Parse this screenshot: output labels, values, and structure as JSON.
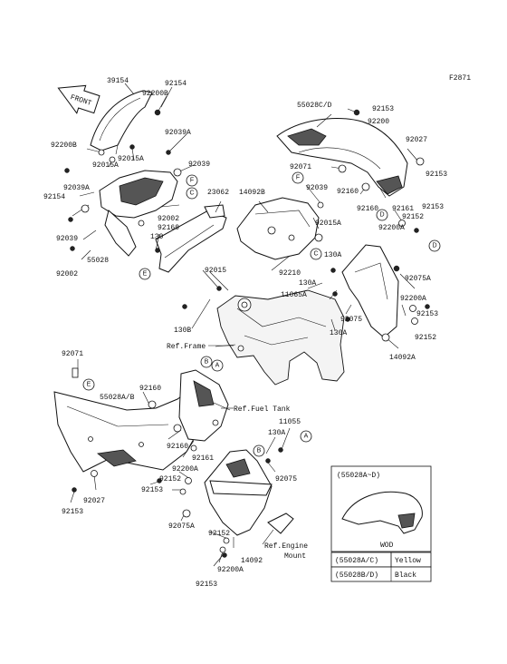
{
  "figure_code": "F2871",
  "front_label": "FRONT",
  "reference_labels": {
    "frame": "Ref.Frame",
    "fuel_tank": "Ref.Fuel Tank",
    "engine_mount_1": "Ref.Engine",
    "engine_mount_2": "Mount"
  },
  "circled_refs": [
    "A",
    "B",
    "C",
    "D",
    "E",
    "F"
  ],
  "part_numbers": {
    "p39154": "39154",
    "p92154a": "92154",
    "p92200b_a": "92200B",
    "p92039a_a": "92039A",
    "p92200b_b": "92200B",
    "p92015a_a": "92015A",
    "p92015a_b": "92015A",
    "p92039": "92039",
    "p92154b": "92154",
    "p92039a_b": "92039A",
    "p92002a": "92002",
    "p92160a": "92160",
    "p23062": "23062",
    "p14092b": "14092B",
    "p130": "130",
    "p92039c": "92039",
    "p55028": "55028",
    "p92002b": "92002",
    "p92015b": "92015",
    "p55028cd": "55028C/D",
    "p92153a": "92153",
    "p92200": "92200",
    "p92027a": "92027",
    "p92071a": "92071",
    "p92153b": "92153",
    "p92039d": "92039",
    "p92160b": "92160",
    "p92160c": "92160",
    "p92161a": "92161",
    "p92152a": "92152",
    "p92153c": "92153",
    "p92015a_c": "92015A",
    "p92200a_a": "92200A",
    "p130a_a": "130A",
    "p92210": "92210",
    "p92075a_a": "92075A",
    "p130a_b": "130A",
    "p11065a": "11065A",
    "p92200a_b": "92200A",
    "p92153d": "92153",
    "p92075": "92075",
    "p130b": "130B",
    "p130a_c": "130A",
    "p92152b": "92152",
    "p14092a": "14092A",
    "p92071b": "92071",
    "p55028ab": "55028A/B",
    "p92160d": "92160",
    "p11055": "11055",
    "p130a_d": "130A",
    "p92160e": "92160",
    "p92161b": "92161",
    "p92200a_c": "92200A",
    "p92152c": "92152",
    "p92153e": "92153",
    "p92075b": "92075",
    "p92027b": "92027",
    "p92153f": "92153",
    "p92075a_b": "92075A",
    "p92152d": "92152",
    "p14092": "14092",
    "p92200a_d": "92200A",
    "p92153g": "92153"
  },
  "inset": {
    "title": "(55028A~D)",
    "caption": "WOD",
    "rows": [
      {
        "code": "(55028A/C)",
        "color": "Yellow"
      },
      {
        "code": "(55028B/D)",
        "color": "Black"
      }
    ]
  }
}
